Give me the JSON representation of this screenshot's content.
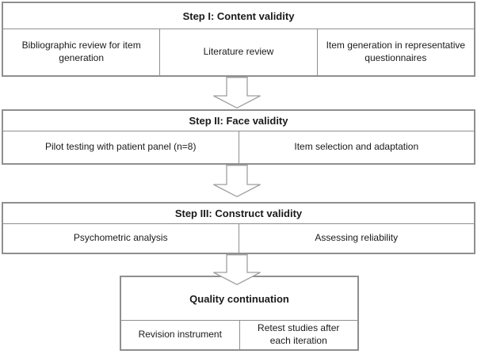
{
  "colors": {
    "background": "#ffffff",
    "block_border": "#8f8f8f",
    "arrow_outline": "#9e9e9e",
    "text": "#1a1a1a"
  },
  "blocks": [
    {
      "header": "Step I: Content validity",
      "cells": [
        "Bibliographic review for item generation",
        "Literature review",
        "Item generation in representative questionnaires"
      ]
    },
    {
      "header": "Step II: Face validity",
      "cells": [
        "Pilot testing with patient panel (n=8)",
        "Item selection and adaptation"
      ]
    },
    {
      "header": "Step III: Construct validity",
      "cells": [
        "Psychometric analysis",
        "Assessing reliability"
      ]
    },
    {
      "header": "Quality continuation",
      "cells": [
        "Revision instrument",
        "Retest studies after each iteration"
      ]
    }
  ],
  "connectors": [
    "down-block-arrow",
    "down-block-arrow",
    "down-block-arrow"
  ]
}
